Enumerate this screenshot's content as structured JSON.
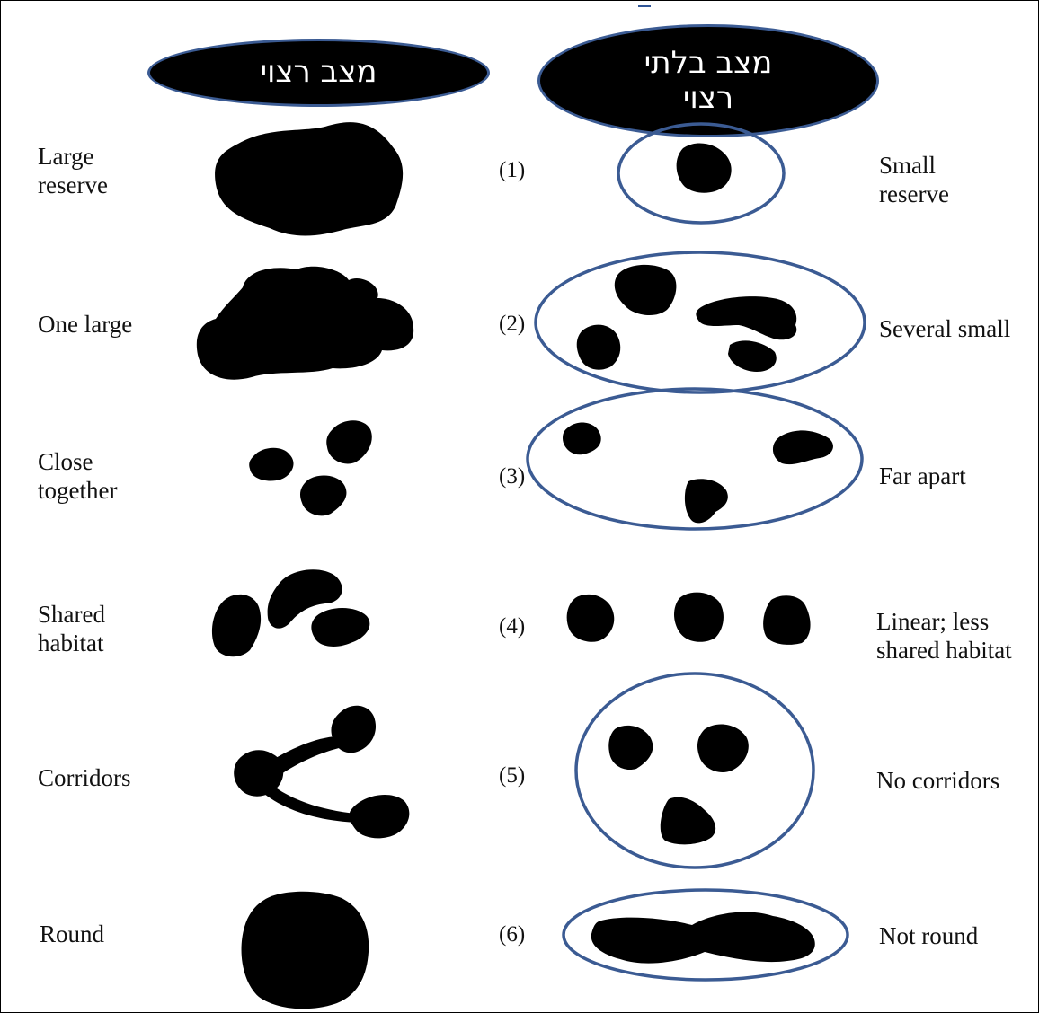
{
  "header": {
    "desired": "מצב רצוי",
    "undesired_line1": "מצב בלתי",
    "undesired_line2": "רצוי"
  },
  "rows": [
    {
      "left": "Large reserve",
      "left_line1": "Large",
      "left_line2": "reserve",
      "number": "(1)",
      "right_line1": "Small",
      "right_line2": "reserve"
    },
    {
      "left_line1": "One large",
      "left_line2": "",
      "number": "(2)",
      "right_line1": "Several small",
      "right_line2": ""
    },
    {
      "left_line1": "Close",
      "left_line2": "together",
      "number": "(3)",
      "right_line1": "Far apart",
      "right_line2": ""
    },
    {
      "left_line1": "Shared",
      "left_line2": "habitat",
      "number": "(4)",
      "right_line1": "Linear; less",
      "right_line2": "shared habitat"
    },
    {
      "left_line1": "Corridors",
      "left_line2": "",
      "number": "(5)",
      "right_line1": "No corridors",
      "right_line2": ""
    },
    {
      "left_line1": "Round",
      "left_line2": "",
      "number": "(6)",
      "right_line1": "Not round",
      "right_line2": ""
    }
  ],
  "colors": {
    "ellipse_stroke": "#3b5b93",
    "blob_fill": "#000000"
  }
}
